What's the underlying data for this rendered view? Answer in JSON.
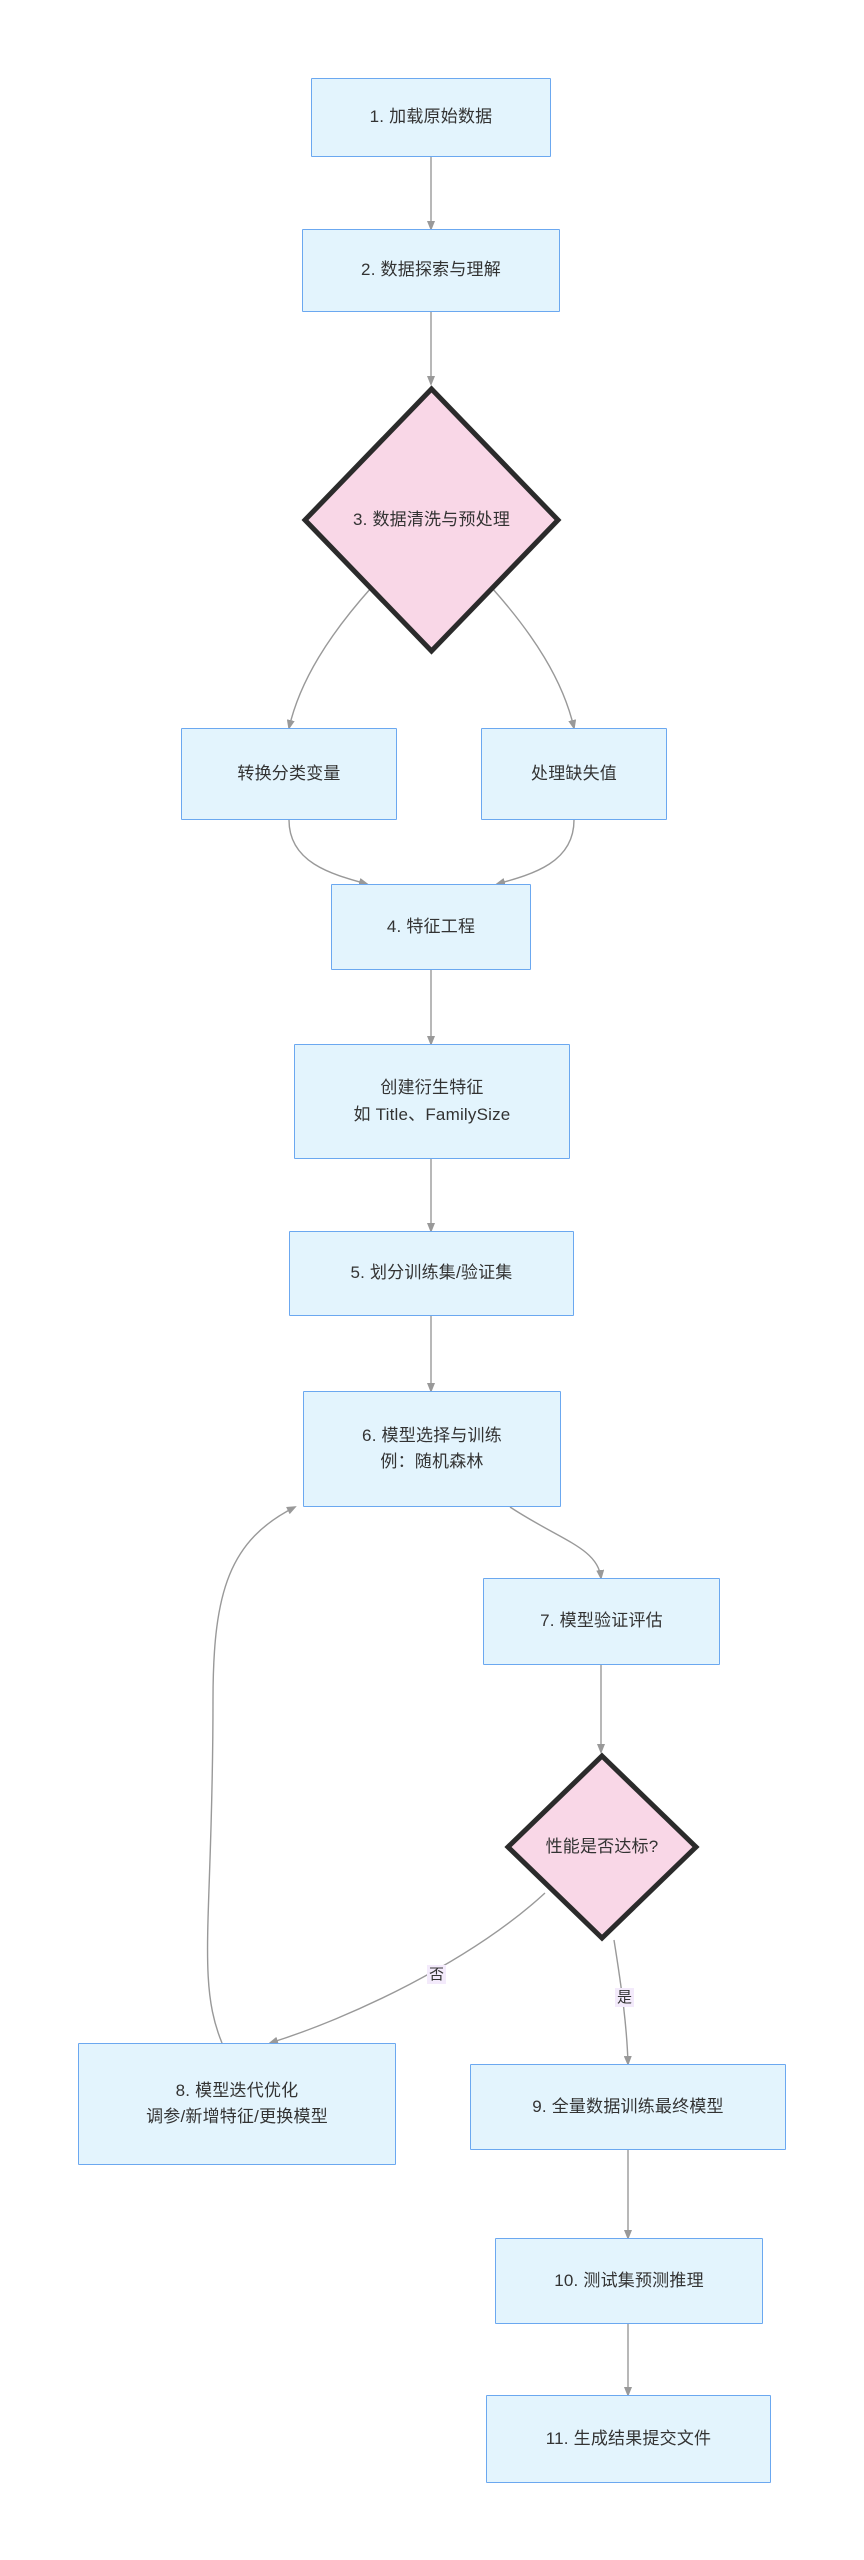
{
  "diagram": {
    "type": "flowchart",
    "direction": "top-to-bottom",
    "title_text": "",
    "colors": {
      "process_fill": "#e3f4fd",
      "process_stroke": "#6ba8f0",
      "decision_fill": "#f9d7e7",
      "decision_stroke": "#2b2b2b",
      "edge_stroke": "#999999",
      "text": "#333333",
      "edge_label_bg": "#f3eafb"
    },
    "nodes": [
      {
        "id": "n1",
        "shape": "process",
        "label": "1. 加载原始数据"
      },
      {
        "id": "n2",
        "shape": "process",
        "label": "2. 数据探索与理解"
      },
      {
        "id": "n3",
        "shape": "decision",
        "label": "3. 数据清洗与预处理"
      },
      {
        "id": "n3a",
        "shape": "process",
        "label": "转换分类变量"
      },
      {
        "id": "n3b",
        "shape": "process",
        "label": "处理缺失值"
      },
      {
        "id": "n4",
        "shape": "process",
        "label": "4. 特征工程"
      },
      {
        "id": "n4a",
        "shape": "process",
        "label": "创建衍生特征\n如 Title、FamilySize"
      },
      {
        "id": "n5",
        "shape": "process",
        "label": "5. 划分训练集/验证集"
      },
      {
        "id": "n6",
        "shape": "process",
        "label": "6. 模型选择与训练\n例：随机森林"
      },
      {
        "id": "n7",
        "shape": "process",
        "label": "7. 模型验证评估"
      },
      {
        "id": "n8",
        "shape": "decision",
        "label": "性能是否达标?"
      },
      {
        "id": "n9",
        "shape": "process",
        "label": "8. 模型迭代优化\n调参/新增特征/更换模型"
      },
      {
        "id": "n10",
        "shape": "process",
        "label": "9. 全量数据训练最终模型"
      },
      {
        "id": "n11",
        "shape": "process",
        "label": "10. 测试集预测推理"
      },
      {
        "id": "n12",
        "shape": "process",
        "label": "11. 生成结果提交文件"
      }
    ],
    "edges": [
      {
        "from": "n1",
        "to": "n2",
        "label": ""
      },
      {
        "from": "n2",
        "to": "n3",
        "label": ""
      },
      {
        "from": "n3",
        "to": "n3a",
        "label": ""
      },
      {
        "from": "n3",
        "to": "n3b",
        "label": ""
      },
      {
        "from": "n3a",
        "to": "n4",
        "label": ""
      },
      {
        "from": "n3b",
        "to": "n4",
        "label": ""
      },
      {
        "from": "n4",
        "to": "n4a",
        "label": ""
      },
      {
        "from": "n4a",
        "to": "n5",
        "label": ""
      },
      {
        "from": "n5",
        "to": "n6",
        "label": ""
      },
      {
        "from": "n6",
        "to": "n7",
        "label": ""
      },
      {
        "from": "n7",
        "to": "n8",
        "label": ""
      },
      {
        "from": "n8",
        "to": "n9",
        "label": "否"
      },
      {
        "from": "n8",
        "to": "n10",
        "label": "是"
      },
      {
        "from": "n9",
        "to": "n6",
        "label": ""
      },
      {
        "from": "n10",
        "to": "n11",
        "label": ""
      },
      {
        "from": "n11",
        "to": "n12",
        "label": ""
      }
    ],
    "edge_labels": {
      "no": "否",
      "yes": "是"
    }
  }
}
